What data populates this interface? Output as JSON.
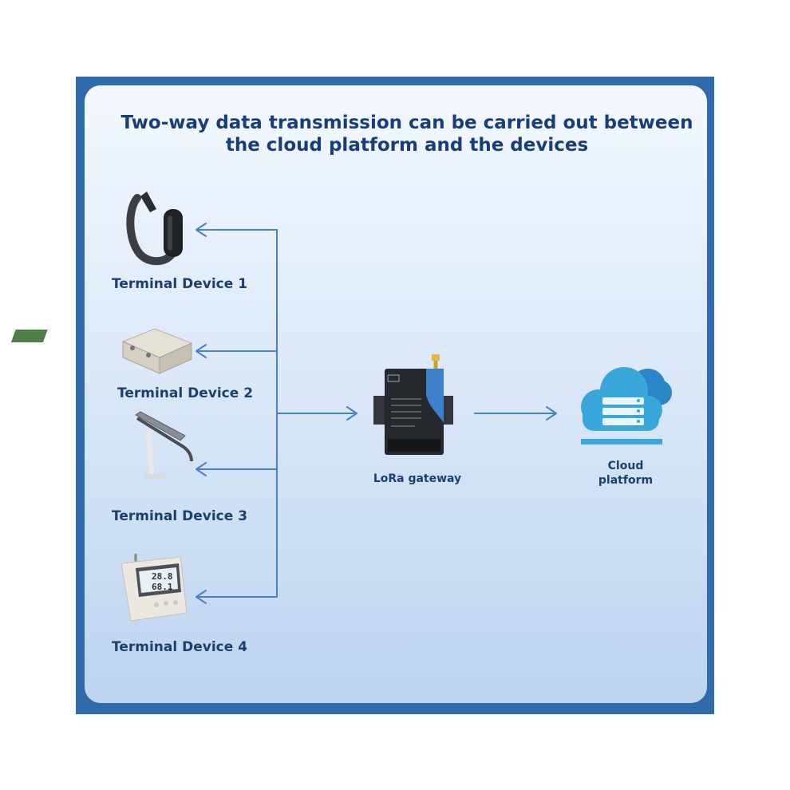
{
  "title": {
    "line1": "Two-way data transmission can be carried out between",
    "line2": "the cloud platform and the devices"
  },
  "devices": [
    {
      "label": "Terminal Device 1",
      "icon": "wristband-sensor-icon"
    },
    {
      "label": "Terminal Device 2",
      "icon": "sensor-box-icon"
    },
    {
      "label": "Terminal Device 3",
      "icon": "street-light-icon"
    },
    {
      "label": "Terminal Device 4",
      "icon": "temperature-humidity-display-icon"
    }
  ],
  "device4_display": {
    "temp": "28.8",
    "humidity": "68.1"
  },
  "gateway": {
    "label": "LoRa gateway",
    "icon": "lora-gateway-icon"
  },
  "cloud": {
    "line1": "Cloud",
    "line2": "platform",
    "icon": "cloud-server-icon"
  },
  "colors": {
    "frame": "#2f6aac",
    "arrow": "#4a82c0",
    "title": "#173e7a",
    "label": "#1e3f6e",
    "cloud": "#3aa7db"
  }
}
